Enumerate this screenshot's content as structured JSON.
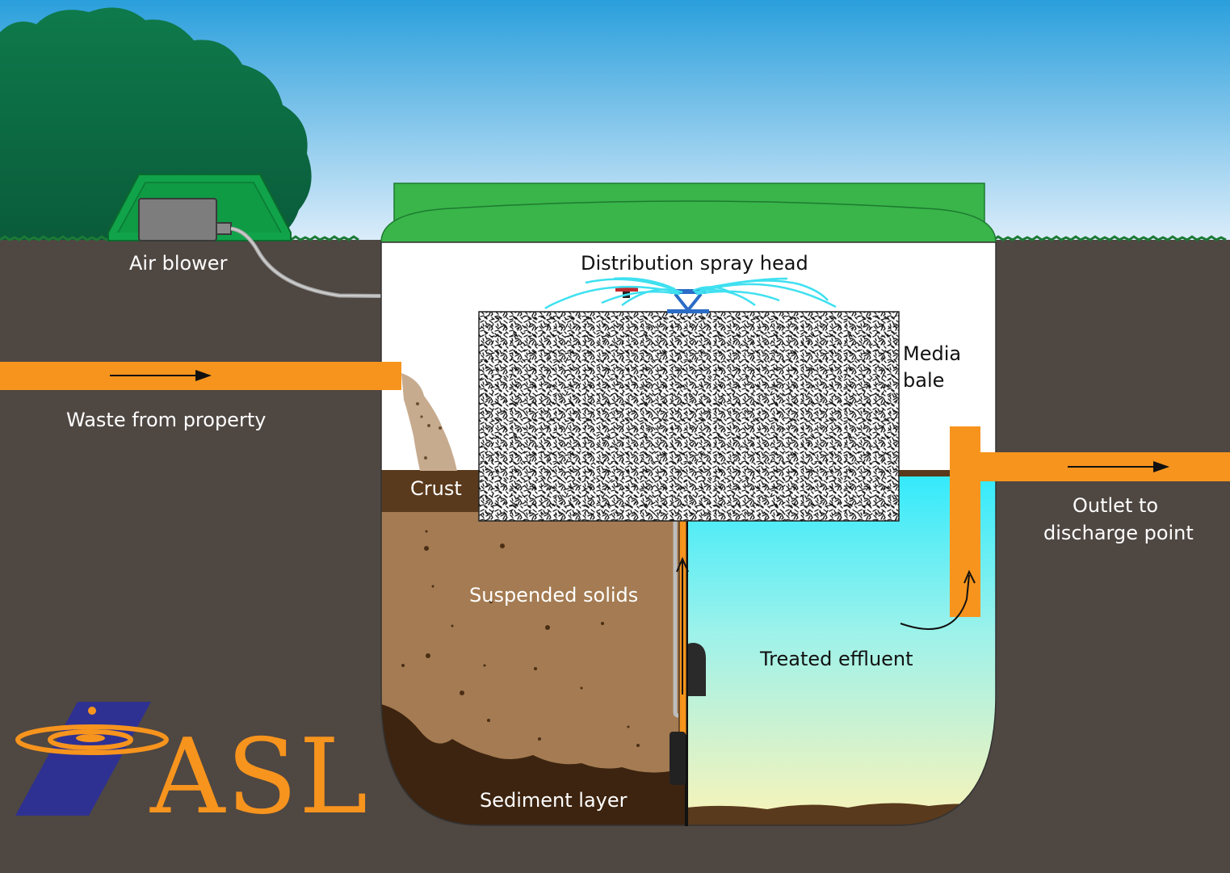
{
  "labels": {
    "air_blower": "Air blower",
    "distribution_spray_head": "Distribution spray head",
    "media_bale_line1": "Media",
    "media_bale_line2": "bale",
    "waste_from_property": "Waste from property",
    "crust": "Crust",
    "outlet_line1": "Outlet to",
    "outlet_line2": "discharge point",
    "suspended_solids": "Suspended solids",
    "treated_effluent": "Treated effluent",
    "sediment_layer": "Sediment layer"
  },
  "logo": {
    "text": "ASL"
  },
  "colors": {
    "sky_top": "#2a9fdc",
    "sky_bottom": "#d9ecfa",
    "ground": "#4f4742",
    "tree": "#0b6b45",
    "lid_green": "#39b54a",
    "pipe_orange": "#f7941d",
    "spray_cyan": "#3fe0f0",
    "effluent_top": "#33eafc",
    "effluent_bottom": "#fff4b8",
    "solids_brown": "#a47b52",
    "sediment_dark": "#3d2410",
    "crust_brown": "#5a3a1c",
    "logo_blue": "#2e3192"
  }
}
